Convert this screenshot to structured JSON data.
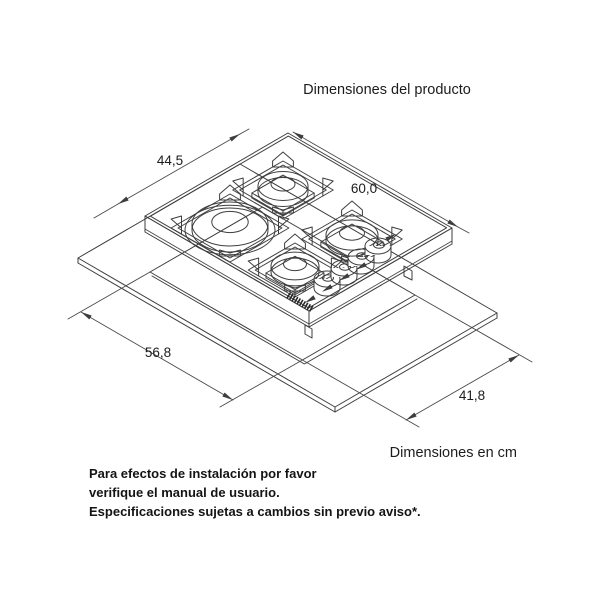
{
  "title": "Dimensiones del producto",
  "units_note": "Dimensiones en cm",
  "dimensions": {
    "product_depth": "44,5",
    "product_width": "60,0",
    "cutout_width": "56,8",
    "cutout_depth": "41,8"
  },
  "footer": {
    "line1": "Para efectos de instalación por favor",
    "line2": "verifique el manual de usuario.",
    "line3": "Especificaciones sujetas a cambios sin previo aviso*."
  },
  "diagram": {
    "product": "cooktop-4-burners",
    "burner_count": 4,
    "knob_count": 4
  },
  "colors": {
    "background": "#ffffff",
    "line": "#3e3e3e",
    "text": "#1c1c1c",
    "logo_strip": "#2a2a2a"
  }
}
